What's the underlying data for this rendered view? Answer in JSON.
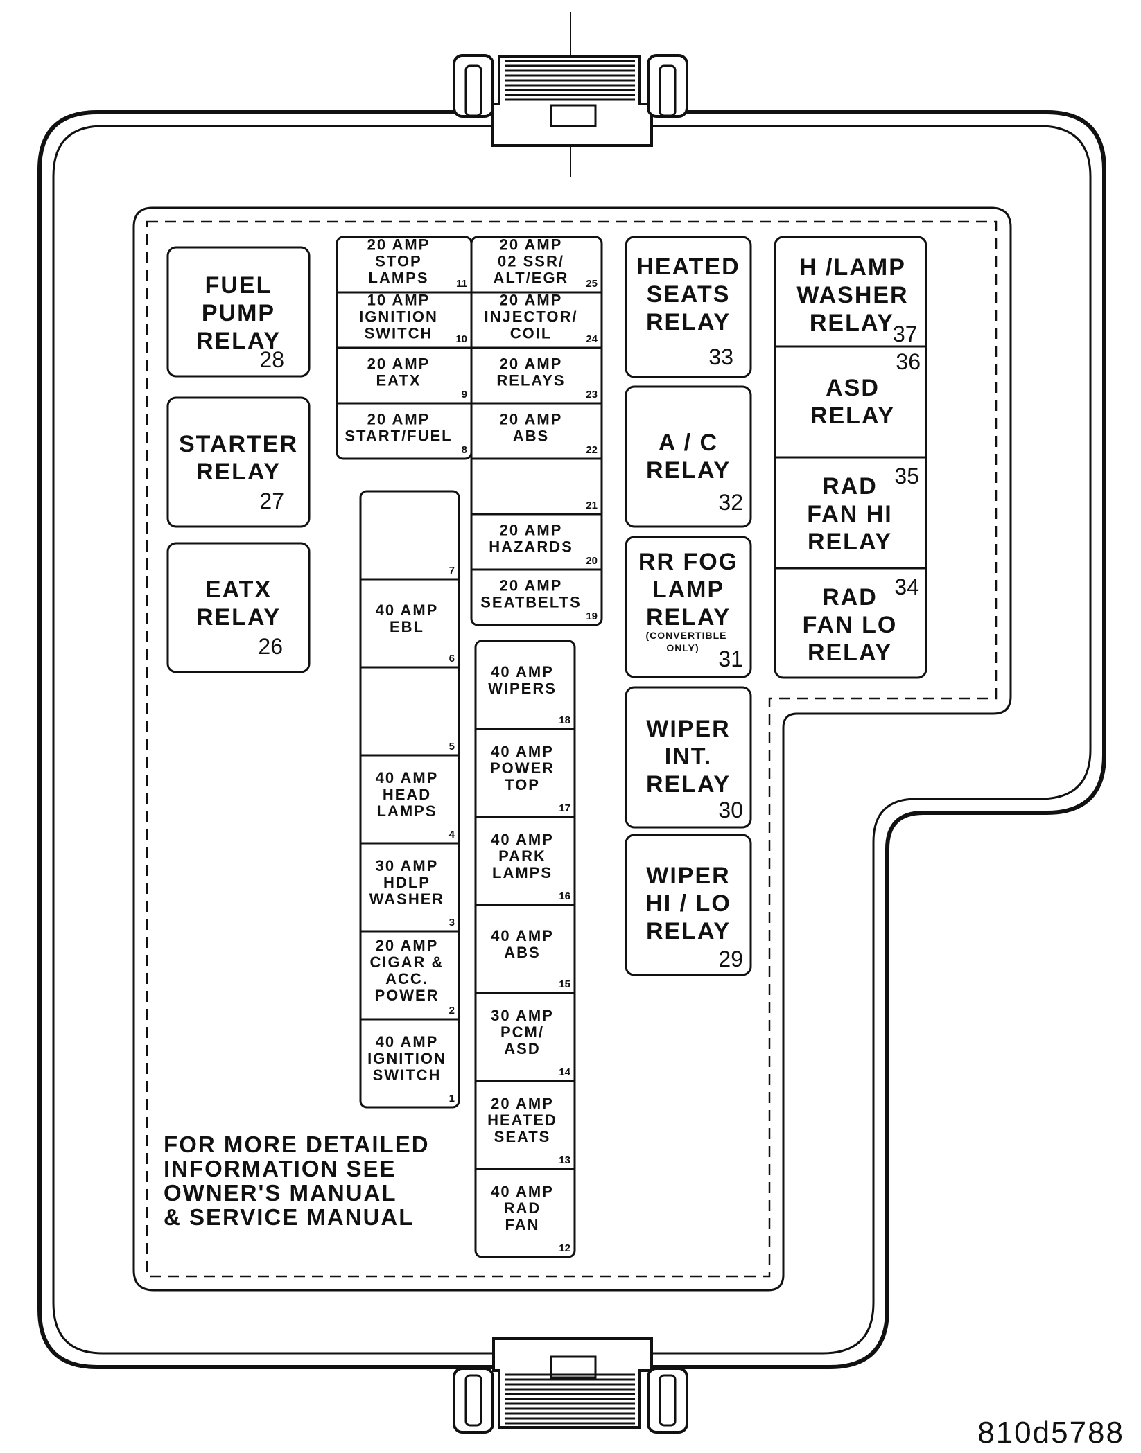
{
  "relays": {
    "fuel_pump": {
      "label": [
        "FUEL",
        "PUMP",
        "RELAY"
      ],
      "number": "28"
    },
    "starter": {
      "label": [
        "STARTER",
        "RELAY"
      ],
      "number": "27"
    },
    "eatx": {
      "label": [
        "EATX",
        "RELAY"
      ],
      "number": "26"
    },
    "heated_seats": {
      "label": [
        "HEATED",
        "SEATS",
        "RELAY"
      ],
      "number": "33"
    },
    "ac": {
      "label": [
        "A / C",
        "RELAY"
      ],
      "number": "32"
    },
    "rr_fog_lamp": {
      "label": [
        "RR FOG",
        "LAMP",
        "RELAY"
      ],
      "note": [
        "(CONVERTIBLE",
        "ONLY)"
      ],
      "number": "31"
    },
    "wiper_int": {
      "label": [
        "WIPER",
        "INT.",
        "RELAY"
      ],
      "number": "30"
    },
    "wiper_hi_lo": {
      "label": [
        "WIPER",
        "HI / LO",
        "RELAY"
      ],
      "number": "29"
    },
    "h_lamp_washer": {
      "label": [
        "H /LAMP",
        "WASHER",
        "RELAY"
      ],
      "number": "37"
    },
    "asd": {
      "label": [
        "ASD",
        "RELAY"
      ],
      "number": "36"
    },
    "rad_fan_hi": {
      "label": [
        "RAD",
        "FAN HI",
        "RELAY"
      ],
      "number": "35"
    },
    "rad_fan_lo": {
      "label": [
        "RAD",
        "FAN LO",
        "RELAY"
      ],
      "number": "34"
    }
  },
  "mini_fuses_left": [
    {
      "number": "11",
      "label": [
        "20 AMP",
        "STOP",
        "LAMPS"
      ]
    },
    {
      "number": "10",
      "label": [
        "10 AMP",
        "IGNITION",
        "SWITCH"
      ]
    },
    {
      "number": "9",
      "label": [
        "20 AMP",
        "EATX"
      ]
    },
    {
      "number": "8",
      "label": [
        "20 AMP",
        "START/FUEL"
      ]
    }
  ],
  "mini_fuses_right": [
    {
      "number": "25",
      "label": [
        "20 AMP",
        "02 SSR/",
        "ALT/EGR"
      ]
    },
    {
      "number": "24",
      "label": [
        "20 AMP",
        "INJECTOR/",
        "COIL"
      ]
    },
    {
      "number": "23",
      "label": [
        "20 AMP",
        "RELAYS"
      ]
    },
    {
      "number": "22",
      "label": [
        "20 AMP",
        "ABS"
      ]
    },
    {
      "number": "21",
      "label": []
    },
    {
      "number": "20",
      "label": [
        "20 AMP",
        "HAZARDS"
      ]
    },
    {
      "number": "19",
      "label": [
        "20 AMP",
        "SEATBELTS"
      ]
    }
  ],
  "cartridge_fuses_left": [
    {
      "number": "7",
      "label": []
    },
    {
      "number": "6",
      "label": [
        "40 AMP",
        "EBL"
      ]
    },
    {
      "number": "5",
      "label": []
    },
    {
      "number": "4",
      "label": [
        "40 AMP",
        "HEAD",
        "LAMPS"
      ]
    },
    {
      "number": "3",
      "label": [
        "30 AMP",
        "HDLP",
        "WASHER"
      ]
    },
    {
      "number": "2",
      "label": [
        "20 AMP",
        "CIGAR &",
        "ACC.",
        "POWER"
      ]
    },
    {
      "number": "1",
      "label": [
        "40 AMP",
        "IGNITION",
        "SWITCH"
      ]
    }
  ],
  "cartridge_fuses_right": [
    {
      "number": "18",
      "label": [
        "40 AMP",
        "WIPERS"
      ]
    },
    {
      "number": "17",
      "label": [
        "40 AMP",
        "POWER",
        "TOP"
      ]
    },
    {
      "number": "16",
      "label": [
        "40 AMP",
        "PARK",
        "LAMPS"
      ]
    },
    {
      "number": "15",
      "label": [
        "40 AMP",
        "ABS"
      ]
    },
    {
      "number": "14",
      "label": [
        "30 AMP",
        "PCM/",
        "ASD"
      ]
    },
    {
      "number": "13",
      "label": [
        "20 AMP",
        "HEATED",
        "SEATS"
      ]
    },
    {
      "number": "12",
      "label": [
        "40 AMP",
        "RAD",
        "FAN"
      ]
    }
  ],
  "note": [
    "FOR MORE DETAILED",
    "INFORMATION SEE",
    "OWNER'S MANUAL",
    "& SERVICE MANUAL"
  ],
  "figure_code": "810d5788"
}
